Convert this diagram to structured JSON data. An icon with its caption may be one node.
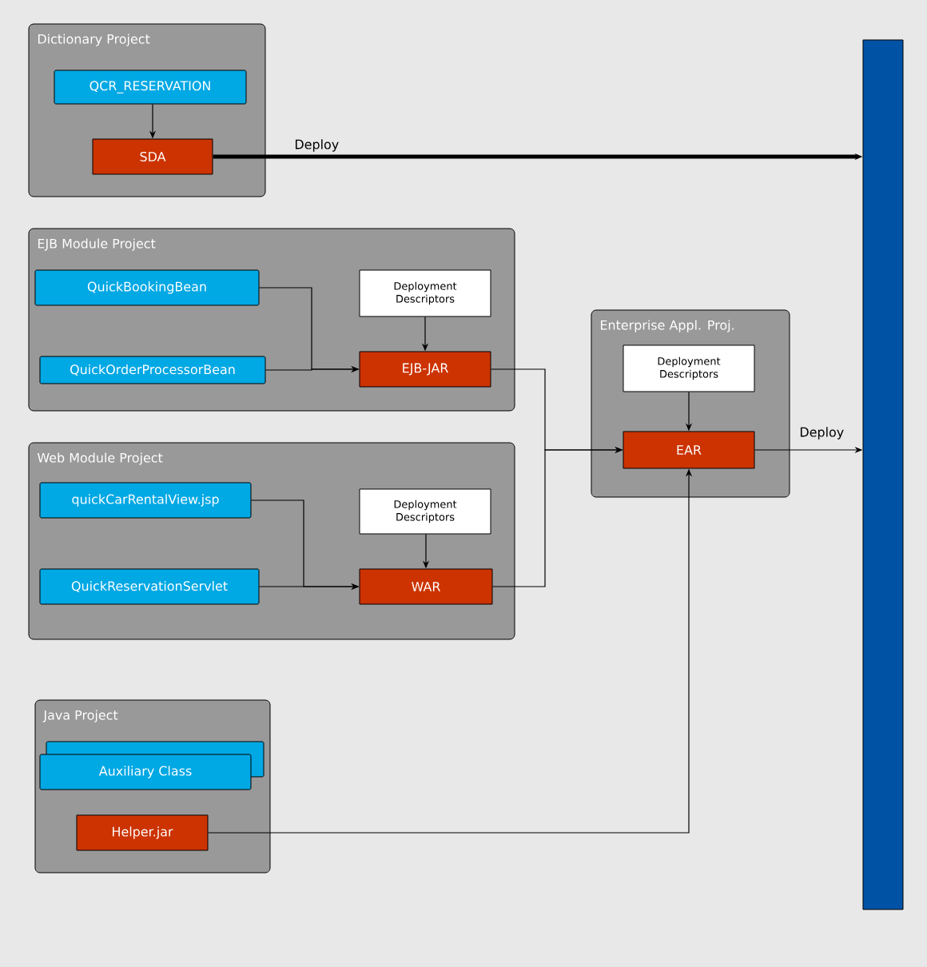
{
  "diagram": {
    "nodes": [
      {
        "text": [
          "Dictionary Project"
        ]
      },
      {
        "text": [
          "QCR_RESERVATION"
        ],
        "in": 0
      },
      {
        "text": [
          "SDA"
        ],
        "in": 0
      },
      {
        "text": [
          "EJB Module Project"
        ]
      },
      {
        "text": [
          "QuickBookingBean"
        ],
        "in": 3
      },
      {
        "text": [
          "QuickOrderProcessorBean"
        ],
        "in": 3
      },
      {
        "text": [
          "Deployment Descriptors"
        ],
        "in": 3
      },
      {
        "text": [
          "EJB-JAR"
        ],
        "in": 3
      },
      {
        "text": [
          "Enterprise Appl. Proj."
        ]
      },
      {
        "text": [
          "Deployment Descriptors"
        ],
        "in": 8
      },
      {
        "text": [
          "EAR"
        ],
        "in": 8
      },
      {
        "text": [
          "Web Module Project"
        ]
      },
      {
        "text": [
          "quickCarRentalView.jsp"
        ],
        "in": 11
      },
      {
        "text": [
          "QuickReservationServlet"
        ],
        "in": 11
      },
      {
        "text": [
          "Deployment Descriptors"
        ],
        "in": 11
      },
      {
        "text": [
          "WAR"
        ],
        "in": 11
      },
      {
        "text": [
          "Java Project"
        ]
      },
      {
        "text": [
          "Auxiliary Class"
        ],
        "in": 16
      },
      {
        "text": [
          "Helper.jar"
        ],
        "in": 16
      },
      {
        "text": [],
        "shape": "bar"
      }
    ],
    "edges": [
      {
        "from": 1,
        "to": 2,
        "arrow": "to"
      },
      {
        "from": 2,
        "to": 19,
        "arrow": "to",
        "label": "Deploy",
        "style": "thick"
      },
      {
        "from": 4,
        "to": 7,
        "arrow": "to"
      },
      {
        "from": 5,
        "to": 7,
        "arrow": "to"
      },
      {
        "from": 6,
        "to": 7,
        "arrow": "to"
      },
      {
        "from": 7,
        "to": 10,
        "arrow": "to"
      },
      {
        "from": 9,
        "to": 10,
        "arrow": "to"
      },
      {
        "from": 12,
        "to": 15,
        "arrow": "to"
      },
      {
        "from": 13,
        "to": 15,
        "arrow": "to"
      },
      {
        "from": 14,
        "to": 15,
        "arrow": "to"
      },
      {
        "from": 15,
        "to": 10,
        "arrow": "to"
      },
      {
        "from": 18,
        "to": 10,
        "arrow": "to"
      },
      {
        "from": 10,
        "to": 19,
        "arrow": "to",
        "label": "Deploy"
      }
    ]
  }
}
